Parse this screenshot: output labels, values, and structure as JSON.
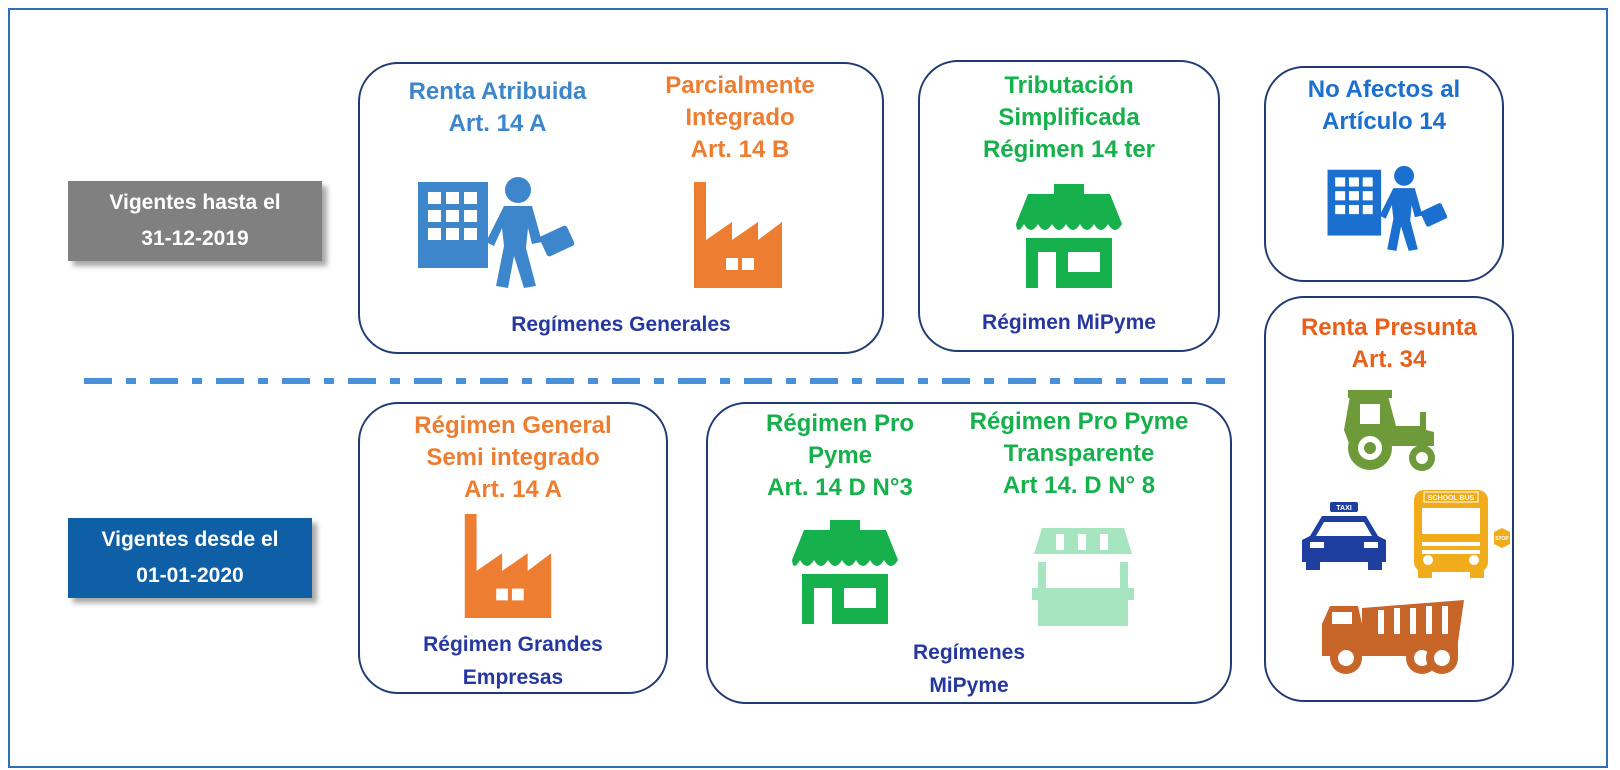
{
  "periods": {
    "until": {
      "line1": "Vigentes hasta el",
      "line2": "31-12-2019",
      "color": "#808080"
    },
    "since": {
      "line1": "Vigentes desde el",
      "line2": "01-01-2020",
      "color": "#0f5fa6"
    }
  },
  "top_row": {
    "generales": {
      "renta_atribuida": {
        "line1": "Renta Atribuida",
        "line2": "Art. 14 A"
      },
      "parcialmente_integrado": {
        "line1": "Parcialmente",
        "line2": "Integrado",
        "line3": "Art. 14 B"
      },
      "footer": "Regímenes Generales"
    },
    "simplificada": {
      "line1": "Tributación",
      "line2": "Simplificada",
      "line3": "Régimen 14 ter",
      "footer": "Régimen MiPyme"
    },
    "no_afectos": {
      "line1": "No Afectos al",
      "line2": "Artículo 14"
    }
  },
  "bottom_row": {
    "grandes": {
      "line1": "Régimen General",
      "line2": "Semi integrado",
      "line3": "Art. 14 A",
      "footer_line1": "Régimen Grandes",
      "footer_line2": "Empresas"
    },
    "mipyme": {
      "pro_pyme": {
        "line1": "Régimen Pro",
        "line2": "Pyme",
        "line3": "Art. 14 D N°3"
      },
      "transparente": {
        "line1": "Régimen Pro Pyme",
        "line2": "Transparente",
        "line3": "Art 14. D N° 8"
      },
      "footer_line1": "Regímenes",
      "footer_line2": "MiPyme"
    }
  },
  "renta_presunta": {
    "line1": "Renta Presunta",
    "line2": "Art. 34",
    "taxi_label": "TAXI",
    "bus_label": "SCHOOL BUS",
    "stop_label": "STOP"
  },
  "icons": {
    "office_worker": "office-building-person-icon",
    "factory": "factory-icon",
    "shop": "storefront-icon",
    "kiosk": "kiosk-stand-icon",
    "tractor": "tractor-icon",
    "taxi": "taxi-icon",
    "bus": "school-bus-icon",
    "truck": "dump-truck-icon"
  },
  "colors": {
    "border": "#1f3b73",
    "frame": "#2e6fb5",
    "blue_title": "#3d86cc",
    "orange_title": "#ed7d31",
    "green_title": "#16b04c",
    "footer_text": "#2638a0",
    "divider": "#4a90d9"
  }
}
